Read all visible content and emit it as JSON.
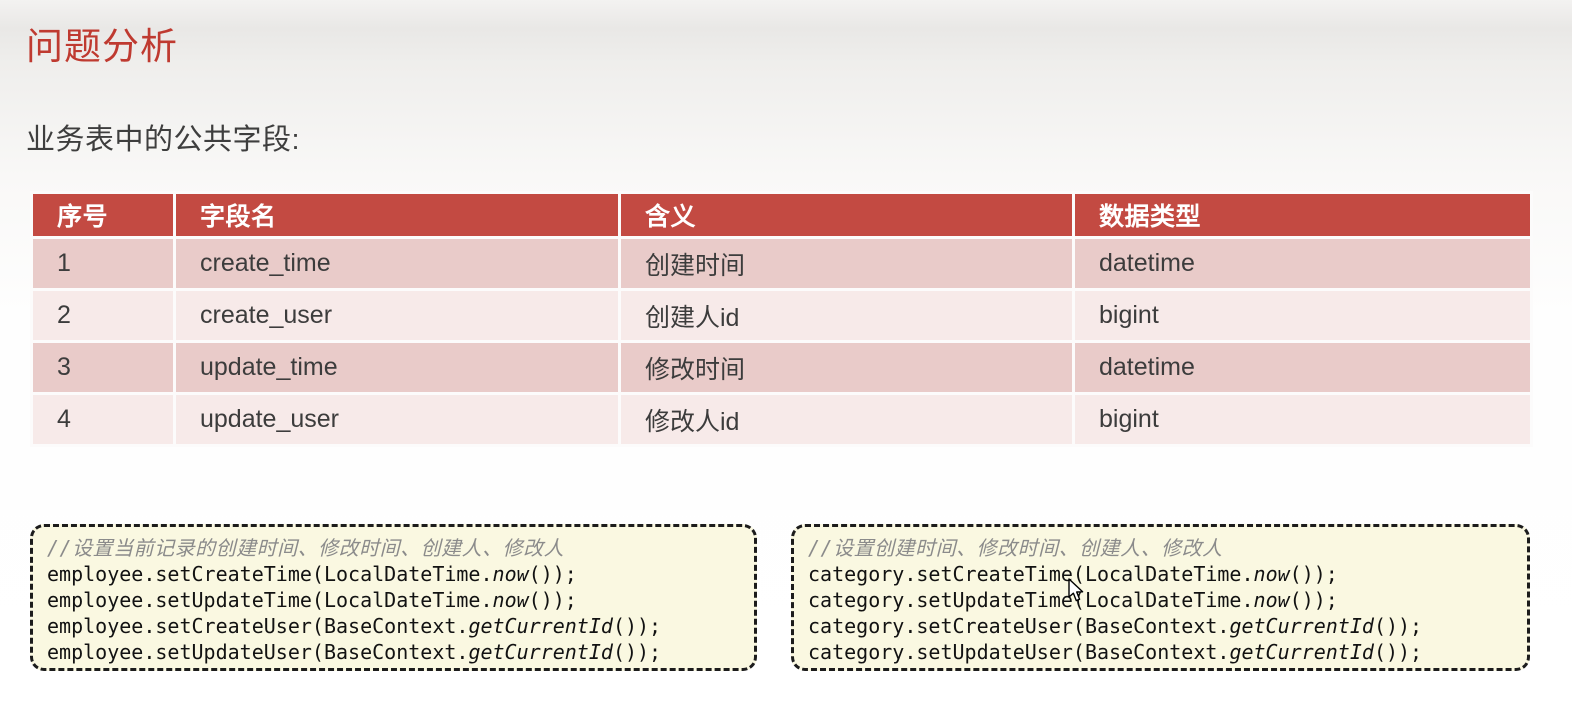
{
  "page": {
    "title": "问题分析",
    "subtitle": "业务表中的公共字段:"
  },
  "table": {
    "headers": [
      "序号",
      "字段名",
      "含义",
      "数据类型"
    ],
    "rows": [
      [
        "1",
        "create_time",
        "创建时间",
        "datetime"
      ],
      [
        "2",
        "create_user",
        "创建人id",
        "bigint"
      ],
      [
        "3",
        "update_time",
        "修改时间",
        "datetime"
      ],
      [
        "4",
        "update_user",
        "修改人id",
        "bigint"
      ]
    ]
  },
  "code_blocks": [
    {
      "comment": "//设置当前记录的创建时间、修改时间、创建人、修改人",
      "lines": [
        {
          "pre": "employee.setCreateTime(LocalDateTime.",
          "italic": "now",
          "post": "());"
        },
        {
          "pre": "employee.setUpdateTime(LocalDateTime.",
          "italic": "now",
          "post": "());"
        },
        {
          "pre": "employee.setCreateUser(BaseContext.",
          "italic": "getCurrentId",
          "post": "());"
        },
        {
          "pre": "employee.setUpdateUser(BaseContext.",
          "italic": "getCurrentId",
          "post": "());"
        }
      ]
    },
    {
      "comment": "//设置创建时间、修改时间、创建人、修改人",
      "lines": [
        {
          "pre": "category.setCreateTime(LocalDateTime.",
          "italic": "now",
          "post": "());"
        },
        {
          "pre": "category.setUpdateTime(LocalDateTime.",
          "italic": "now",
          "post": "());"
        },
        {
          "pre": "category.setCreateUser(BaseContext.",
          "italic": "getCurrentId",
          "post": "());"
        },
        {
          "pre": "category.setUpdateUser(BaseContext.",
          "italic": "getCurrentId",
          "post": "());"
        }
      ]
    }
  ],
  "colors": {
    "title_red": "#bf3a30",
    "table_header_bg": "#c34a42",
    "table_row_odd_bg": "#e9cbc9",
    "table_row_even_bg": "#f7eae9",
    "code_panel_bg": "#faf8e1"
  }
}
